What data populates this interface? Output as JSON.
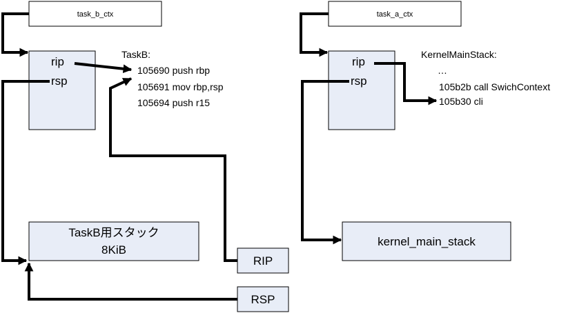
{
  "colors": {
    "box_fill": "#e8edf7",
    "box_stroke": "#000000",
    "arrow": "#000000",
    "background": "#ffffff"
  },
  "left": {
    "ctx_label": "task_b_ctx",
    "rip_label": "rip",
    "rsp_label": "rsp",
    "code_title": "TaskB:",
    "code_lines": [
      "105690 push rbp",
      "105691 mov rbp,rsp",
      "105694 push r15"
    ],
    "stack_line1": "TaskB用スタック",
    "stack_line2": "8KiB",
    "rip_box_label": "RIP",
    "rsp_box_label": "RSP"
  },
  "right": {
    "ctx_label": "task_a_ctx",
    "rip_label": "rip",
    "rsp_label": "rsp",
    "code_title": "KernelMainStack:",
    "code_ellipsis": "…",
    "code_lines": [
      "105b2b call SwichContext",
      "105b30 cli"
    ],
    "stack_label": "kernel_main_stack"
  }
}
